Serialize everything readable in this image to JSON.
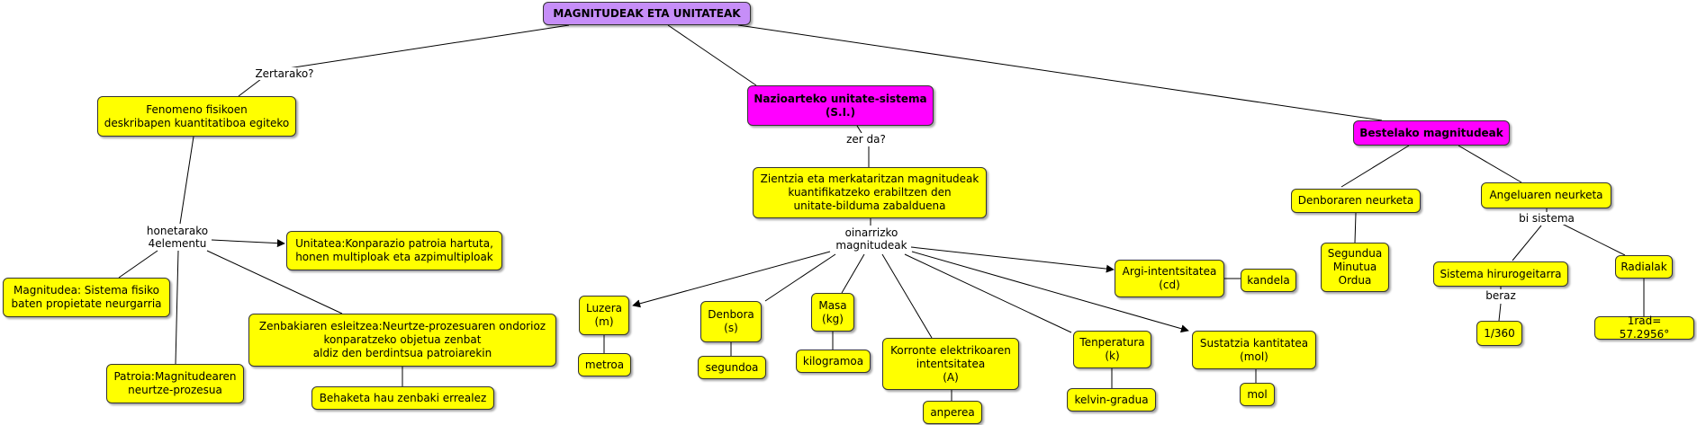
{
  "colors": {
    "concept": "#ffff00",
    "highlight": "#ff00ff",
    "root": "#c68ef8",
    "line": "#000000"
  },
  "root": "MAGNITUDEAK ETA UNITATEAK",
  "link_phrases": {
    "zertarako": "Zertarako?",
    "honetarako": "honetarako\n4elementu",
    "zer_da": "zer da?",
    "oinarrizko": "oinarrizko\nmagnitudeak",
    "bi_sistema": "bi sistema",
    "beraz": "beraz"
  },
  "concepts": {
    "fenomeno": "Fenomeno fisikoen\ndeskribapen kuantitatiboa egiteko",
    "unitatea": "Unitatea:Konparazio patroia hartuta,\nhonen multiploak eta azpimultiploak",
    "magnitudea": "Magnitudea: Sistema fisiko\nbaten propietate neurgarria",
    "patroia": "Patroia:Magnitudearen\nneurtze-prozesua",
    "zenbakiaren": "Zenbakiaren esleitzea:Neurtze-prozesuaren ondorioz\nkonparatzeko objetua zenbat\naldiz den berdintsua patroiarekin",
    "behaketa": "Behaketa hau zenbaki errealez",
    "si": "Nazioarteko unitate-sistema\n(S.I.)",
    "zientzia": "Zientzia eta merkataritzan magnitudeak\nkuantifikatzeko erabiltzen den\nunitate-bilduma zabalduena",
    "luzera": "Luzera\n(m)",
    "metroa": "metroa",
    "denbora": "Denbora\n(s)",
    "segundoa": "segundoa",
    "masa": "Masa\n(kg)",
    "kilogramoa": "kilogramoa",
    "korronte": "Korronte elektrikoaren\nintentsitatea\n(A)",
    "anperea": "anperea",
    "tenperatura": "Tenperatura\n(k)",
    "kelvin": "kelvin-gradua",
    "sustatzia": "Sustatzia kantitatea\n(mol)",
    "mol": "mol",
    "argi": "Argi-intentsitatea\n(cd)",
    "kandela": "kandela",
    "bestelako": "Bestelako magnitudeak",
    "denboraren": "Denboraren neurketa",
    "segundua": "Segundua\nMinutua\nOrdua",
    "angeluaren": "Angeluaren neurketa",
    "hirurogeitarra": "Sistema hirurogeitarra",
    "frac": "1/360",
    "radialak": "Radialak",
    "rad": "1rad= 57.2956°"
  }
}
